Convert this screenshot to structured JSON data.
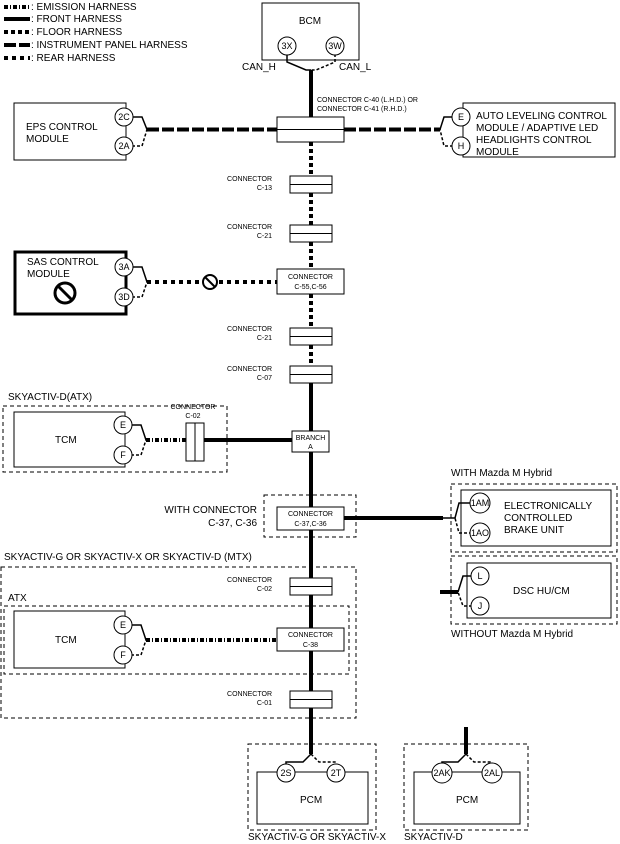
{
  "legend": [
    {
      "label": ": EMISSION HARNESS",
      "style": "emission"
    },
    {
      "label": ": FRONT HARNESS",
      "style": "front"
    },
    {
      "label": ": FLOOR HARNESS",
      "style": "floor"
    },
    {
      "label": ": INSTRUMENT PANEL HARNESS",
      "style": "ip"
    },
    {
      "label": ": REAR HARNESS",
      "style": "rear"
    }
  ],
  "bcm": {
    "title": "BCM",
    "pin_left": "3X",
    "pin_right": "3W",
    "can_h": "CAN_H",
    "can_l": "CAN_L"
  },
  "main_connector": {
    "line1": "CONNECTOR C-40 (L.H.D.) OR",
    "line2": "CONNECTOR C-41 (R.H.D.)"
  },
  "eps": {
    "line1": "EPS CONTROL",
    "line2": "MODULE",
    "pin1": "2C",
    "pin2": "2A"
  },
  "auto_leveling": {
    "line1": "AUTO LEVELING CONTROL",
    "line2": "MODULE / ADAPTIVE LED",
    "line3": "HEADLIGHTS CONTROL",
    "line4": "MODULE",
    "pin1": "E",
    "pin2": "H"
  },
  "c13": {
    "line1": "CONNECTOR",
    "line2": "C-13"
  },
  "c21a": {
    "line1": "CONNECTOR",
    "line2": "C-21"
  },
  "sas": {
    "line1": "SAS CONTROL",
    "line2": "MODULE",
    "pin1": "3A",
    "pin2": "3D"
  },
  "c55": {
    "line1": "CONNECTOR",
    "line2": "C-55,C-56"
  },
  "c21b": {
    "line1": "CONNECTOR",
    "line2": "C-21"
  },
  "c07": {
    "line1": "CONNECTOR",
    "line2": "C-07"
  },
  "skyactiv_d_atx": {
    "title": "SKYACTIV-D(ATX)",
    "conn_line1": "CONNECTOR",
    "conn_line2": "C-02",
    "tcm": "TCM",
    "pin1": "E",
    "pin2": "F"
  },
  "branch": {
    "line1": "BRANCH",
    "line2": "A"
  },
  "hybrid": {
    "title": "WITH Mazda M Hybrid",
    "line1": "ELECTRONICALLY",
    "line2": "CONTROLLED",
    "line3": "BRAKE UNIT",
    "pin1": "1AM",
    "pin2": "1AO"
  },
  "with_connector": {
    "line1": "WITH CONNECTOR",
    "line2": "C-37, C-36",
    "conn_line1": "CONNECTOR",
    "conn_line2": "C-37,C-36"
  },
  "dsc": {
    "title": "DSC HU/CM",
    "pin1": "L",
    "pin2": "J",
    "footer": "WITHOUT Mazda M Hybrid"
  },
  "skyactiv_g_group": {
    "title": "SKYACTIV-G OR SKYACTIV-X OR SKYACTIV-D (MTX)"
  },
  "c02": {
    "line1": "CONNECTOR",
    "line2": "C-02"
  },
  "atx": {
    "title": "ATX",
    "tcm": "TCM",
    "pin1": "E",
    "pin2": "F",
    "conn_line1": "CONNECTOR",
    "conn_line2": "C-38"
  },
  "c01": {
    "line1": "CONNECTOR",
    "line2": "C-01"
  },
  "pcm_g": {
    "title": "PCM",
    "pin1": "2S",
    "pin2": "2T",
    "footer": "SKYACTIV-G OR SKYACTIV-X"
  },
  "pcm_d": {
    "title": "PCM",
    "pin1": "2AK",
    "pin2": "2AL",
    "footer": "SKYACTIV-D"
  }
}
